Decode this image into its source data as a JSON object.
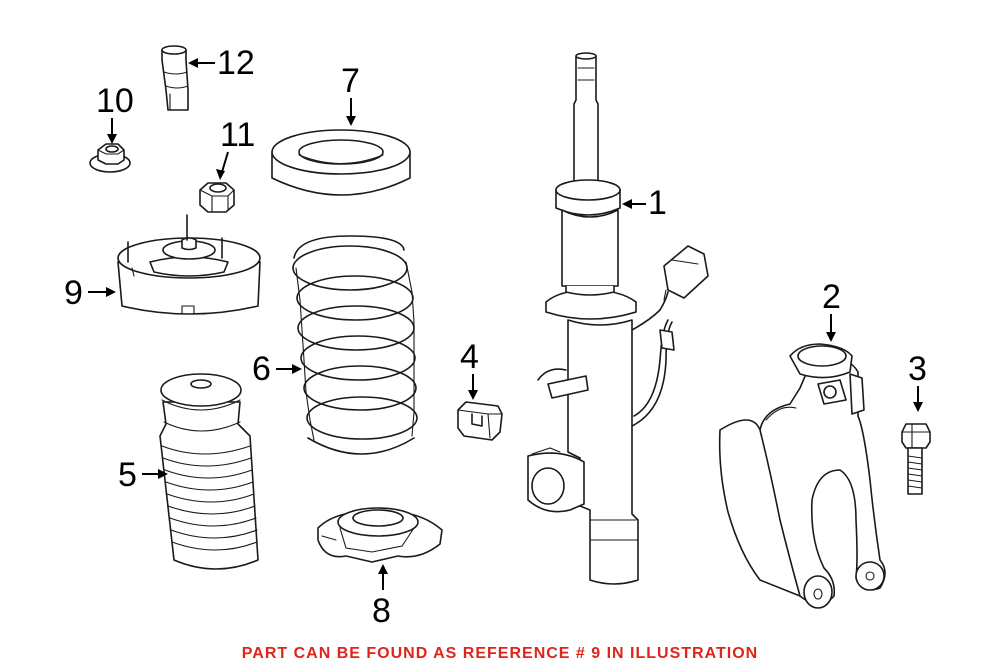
{
  "diagram": {
    "caption": "PART CAN BE FOUND AS REFERENCE # 9 IN ILLUSTRATION",
    "caption_color": "#e0241b",
    "labels": {
      "strut": "1",
      "knuckle": "2",
      "bolt": "3",
      "bracket": "4",
      "dust_boot": "5",
      "coil_spring": "6",
      "upper_seat": "7",
      "lower_seat": "8",
      "upper_mount": "9",
      "flange_nut": "10",
      "hex_nut": "11",
      "bump_stop": "12"
    }
  }
}
